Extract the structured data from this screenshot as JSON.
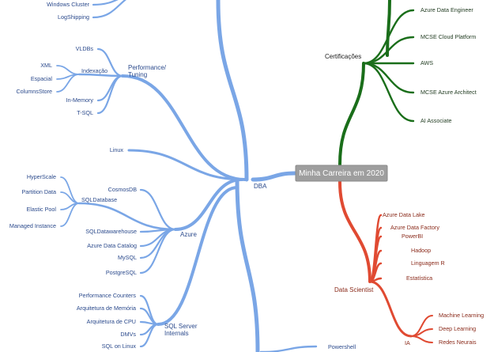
{
  "center": {
    "label": "Minha Carreira em 2020"
  },
  "colors": {
    "blue": "#7aa6e6",
    "green": "#1a6e1a",
    "red": "#e04a32",
    "center": "#9e9e9e"
  },
  "dba": {
    "label": "DBA",
    "top_items": [
      "Windows Cluster",
      "LogShipping"
    ],
    "linux": "Linux",
    "powershell": "Powershell",
    "performance": {
      "label": "Performance/ Tuning",
      "items": [
        "VLDBs",
        "In-Memory",
        "T-SQL"
      ],
      "indexacao": {
        "label": "Indexação",
        "items": [
          "XML",
          "Espacial",
          "ColumnsStore"
        ]
      }
    },
    "azure": {
      "label": "Azure",
      "items": [
        "CosmosDB",
        "SQLDatawarehouse",
        "Azure Data Catalog",
        "MySQL",
        "PostgreSQL"
      ],
      "sqldatabase": {
        "label": "SQLDatabase",
        "items": [
          "HyperScale",
          "Partition Data",
          "Elastic Pool",
          "Managed Instance"
        ]
      }
    },
    "internals": {
      "label": "SQL Server Internals",
      "items": [
        "Performance Counters",
        "Arquitetura de Memória",
        "Arquitetura de CPU",
        "DMVs",
        "SQL on Linux"
      ]
    }
  },
  "certificacoes": {
    "label": "Certificações",
    "items": [
      "Azure Data Engineer",
      "MCSE Cloud Platform",
      "AWS",
      "MCSE Azure Architect",
      "AI Associate"
    ]
  },
  "data_scientist": {
    "label": "Data Scientist",
    "items": [
      "Azure Data Lake",
      "Azure Data Factory",
      "PowerBI",
      "Hadoop",
      "Linguagem R",
      "Estatística"
    ],
    "ia": {
      "label": "IA",
      "items": [
        "Machine Learning",
        "Deep Learning",
        "Redes Neurais"
      ]
    }
  }
}
